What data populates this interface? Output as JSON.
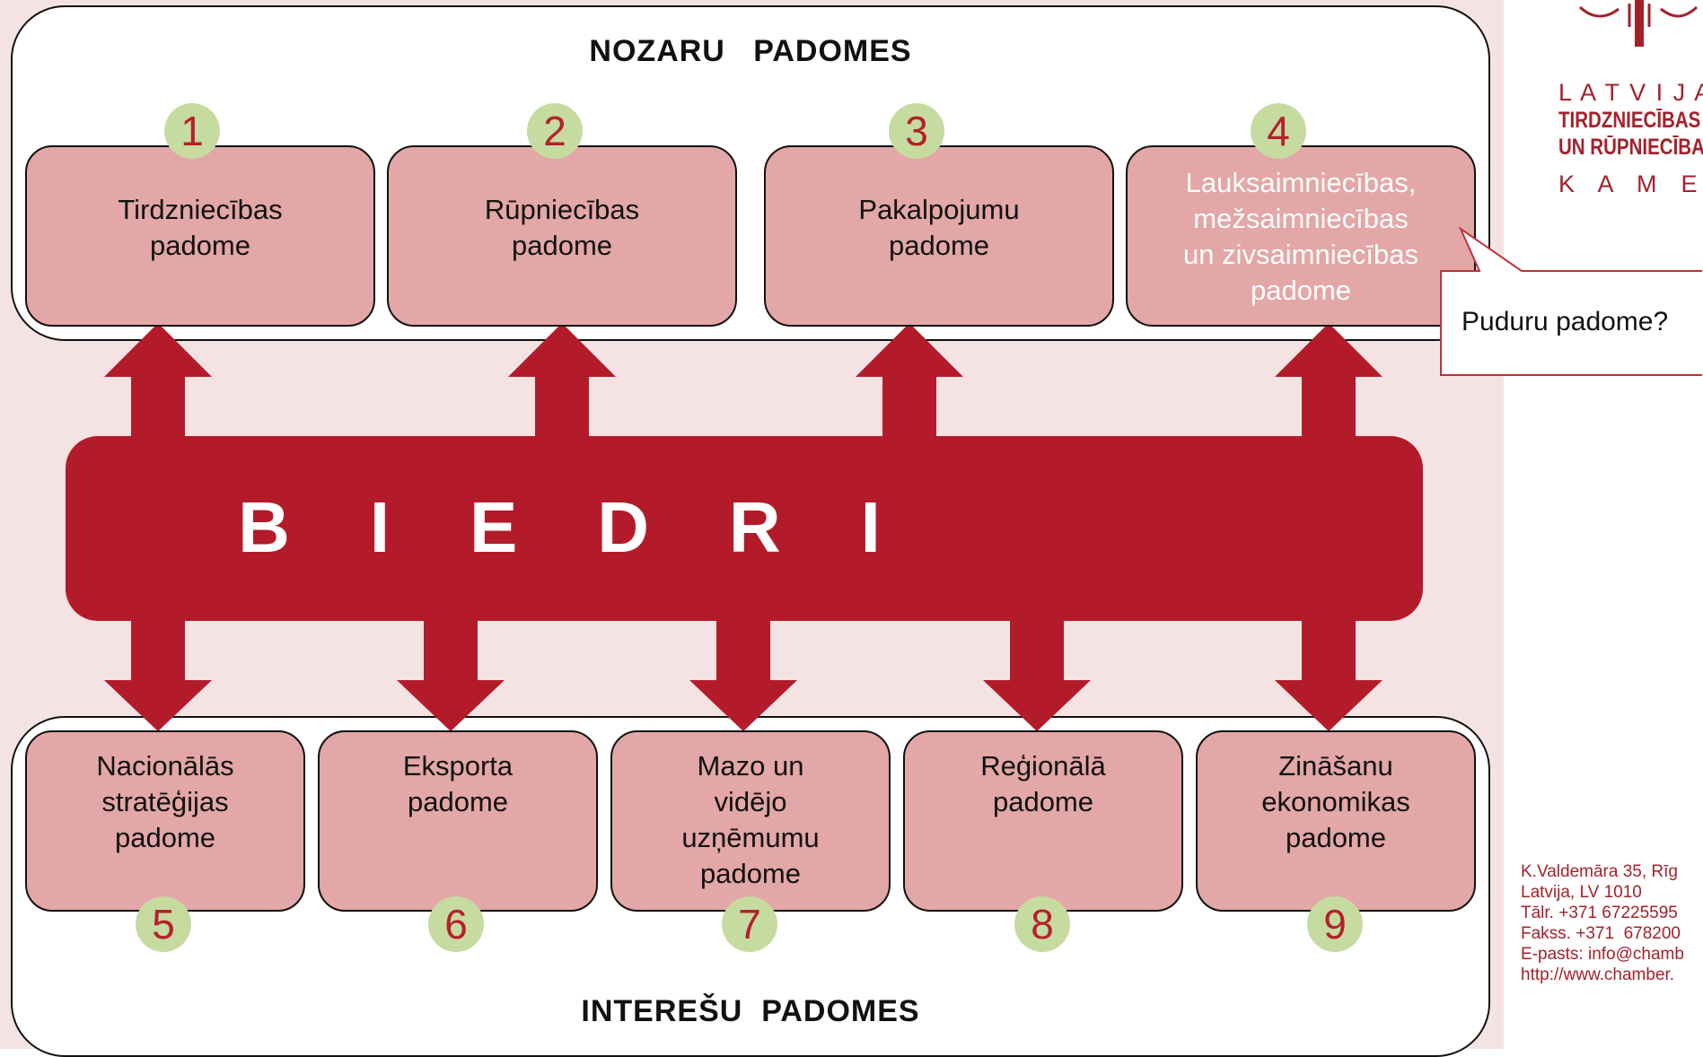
{
  "top_group": {
    "title": "NOZARU   PADOMES"
  },
  "bottom_group": {
    "title": "INTEREŠU  PADOMES"
  },
  "members_bar": {
    "label": "B    I    E    D    R    I"
  },
  "top_councils": [
    {
      "number": "1",
      "label": "Tirdzniecības\npadome"
    },
    {
      "number": "2",
      "label": "Rūpniecības\npadome"
    },
    {
      "number": "3",
      "label": "Pakalpojumu\npadome"
    },
    {
      "number": "4",
      "label": "Lauksaimniecības,\nmežsaimniecības\nun zivsaimniecības\npadome"
    }
  ],
  "bottom_councils": [
    {
      "number": "5",
      "label": "Nacionālās\nstratēģijas\npadome"
    },
    {
      "number": "6",
      "label": "Eksporta\npadome"
    },
    {
      "number": "7",
      "label": "Mazo un\nvidējo\nuzņēmumu\npadome"
    },
    {
      "number": "8",
      "label": "Reģionālā\npadome"
    },
    {
      "number": "9",
      "label": "Zināšanu\nekonomikas\npadome"
    }
  ],
  "callout": {
    "text": "Puduru padome?"
  },
  "logo": {
    "line1": "L A T V I J A S",
    "line2": "TIRDZNIECĪBAS",
    "line3": "UN RŪPNIECĪBAS",
    "line4": "K  A  M  E  R  A"
  },
  "contact": {
    "address": "K.Valdemāra 35, Rīg",
    "city": "Latvija, LV 1010",
    "phone": "Tālr. +371 67225595",
    "fax": "Fakss. +371  678200",
    "email": "E-pasts: info@chamb",
    "web": "http://www.chamber."
  },
  "colors": {
    "arrow_red": "#b31b2b",
    "council_fill": "#e2a7a6",
    "badge_fill": "#c6dba0",
    "badge_text": "#b5202e",
    "panel_bg": "#f5e3e3",
    "brand": "#a3212b"
  }
}
